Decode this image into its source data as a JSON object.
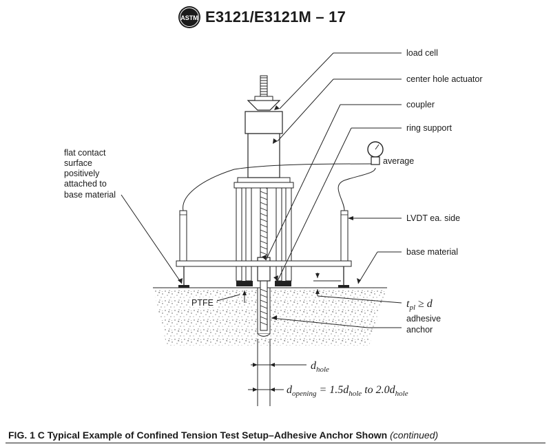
{
  "header": {
    "logo_text": "ASTM",
    "standard_code": "E3121/E3121M – 17"
  },
  "labels": {
    "load_cell": "load cell",
    "center_hole_actuator": "center hole actuator",
    "coupler": "coupler",
    "ring_support": "ring support",
    "average": "average",
    "flat_contact": [
      "flat contact",
      "surface",
      "positively",
      "attached to",
      "base material"
    ],
    "lvdt": "LVDT ea. side",
    "base_material": "base material",
    "ptfe": "PTFE",
    "tpl_main": "t",
    "tpl_sub": "pl",
    "tpl_rel": " ≥ d",
    "adhesive_anchor": [
      "adhesive",
      "anchor"
    ],
    "dhole_main": "d",
    "dhole_sub": "hole",
    "dopening_main": "d",
    "dopening_sub": "opening",
    "dopening_eq": " = 1.5d",
    "dopening_sub2": "hole",
    "dopening_to": " to 2.0d",
    "dopening_sub3": "hole"
  },
  "caption": {
    "main": "FIG. 1 C Typical Example of Confined Tension Test Setup–Adhesive Anchor Shown",
    "continued": "(continued)"
  }
}
